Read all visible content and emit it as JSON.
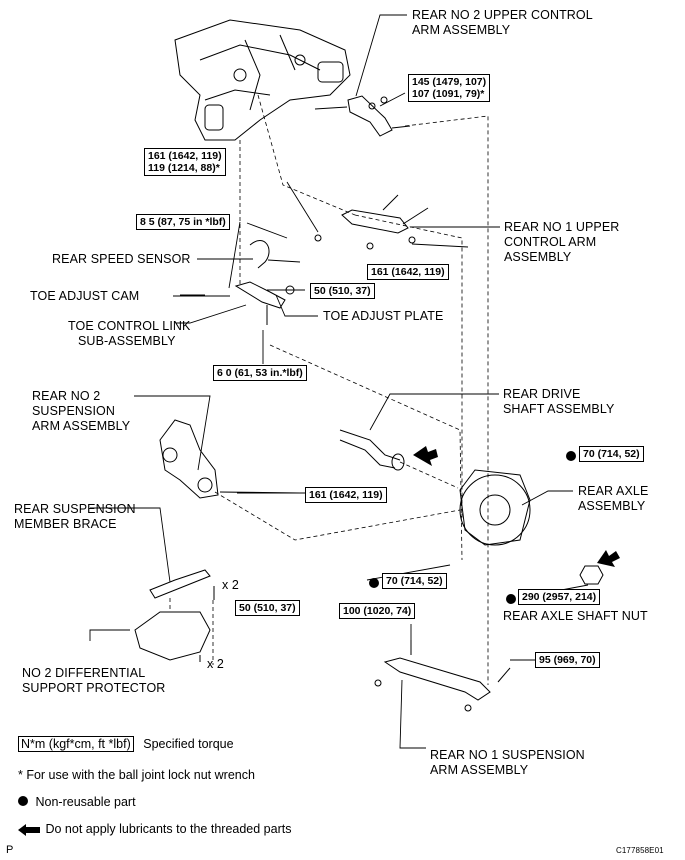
{
  "labels": {
    "upper2": "REAR NO  2 UPPER CONTROL",
    "upper2b": "ARM ASSEMBLY",
    "upper1": "REAR NO  1 UPPER",
    "upper1b": "CONTROL ARM",
    "upper1c": "ASSEMBLY",
    "speed_sensor": "REAR SPEED SENSOR",
    "toe_cam": "TOE ADJUST CAM",
    "toe_plate": "TOE ADJUST PLATE",
    "toe_link": "TOE CONTROL LINK",
    "toe_link_b": "SUB-ASSEMBLY",
    "susp2": "REAR NO  2",
    "susp2b": "SUSPENSION",
    "susp2c": "ARM ASSEMBLY",
    "drive_shaft": "REAR DRIVE",
    "drive_shaft_b": "SHAFT ASSEMBLY",
    "axle": "REAR AXLE",
    "axle_b": "ASSEMBLY",
    "brace": "REAR SUSPENSION",
    "brace_b": "MEMBER BRACE",
    "protector": "NO  2 DIFFERENTIAL",
    "protector_b": "SUPPORT PROTECTOR",
    "axle_nut": "REAR AXLE SHAFT NUT",
    "susp1": "REAR NO  1 SUSPENSION",
    "susp1b": "ARM ASSEMBLY",
    "x2a": "x 2",
    "x2b": "x 2"
  },
  "torques": {
    "t145": "145 (1479, 107)",
    "t107": "107 (1091, 79)*",
    "t161a": "161 (1642, 119)",
    "t119": "119 (1214, 88)*",
    "t85": "8 5 (87, 75 in *lbf)",
    "t161b": "161 (1642, 119)",
    "t50a": "50 (510, 37)",
    "t60": "6 0 (61, 53 in.*lbf)",
    "t161c": "161 (1642, 119)",
    "t70a": "70 (714, 52)",
    "t70b": "70 (714, 52)",
    "t290": "290 (2957, 214)",
    "t50b": "50 (510, 37)",
    "t100": "100 (1020, 74)",
    "t95": "95 (969, 70)"
  },
  "legend": {
    "unit_box": "N*m (kgf*cm, ft *lbf)",
    "unit_text": "Specified torque",
    "footnote": "* For use with the ball joint lock nut wrench",
    "nonreusable": "Non-reusable part",
    "no_lube": "Do not apply lubricants to the threaded parts"
  },
  "corner": {
    "left": "P",
    "right": "C177858E01"
  }
}
